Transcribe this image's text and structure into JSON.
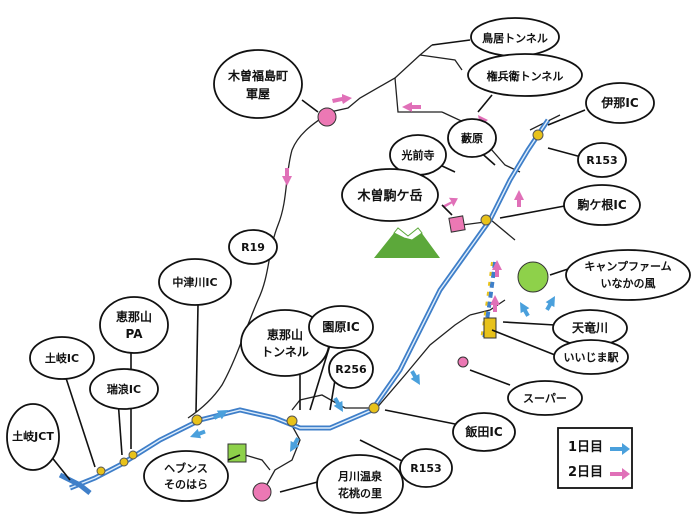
{
  "labels": {
    "torii_tunnel": "鳥居トンネル",
    "gonbee_tunnel": "権兵衛トンネル",
    "ina_ic": "伊那IC",
    "kiso_fukushima": "木曽福島町",
    "kiso_fukushima_2": "軍屋",
    "kurasawa": "藪原",
    "koenji": "光前寺",
    "r153_north": "R153",
    "komagane_ic": "駒ケ根IC",
    "kiso_komagatake": "木曽駒ケ岳",
    "r19": "R19",
    "camp_farm_1": "キャンプファーム",
    "camp_farm_2": "いなかの風",
    "nakatsugawa_ic": "中津川IC",
    "tenryu": "天竜川",
    "ena_pa_1": "恵那山",
    "ena_pa_2": "PA",
    "ena_tunnel_1": "恵那山",
    "ena_tunnel_2": "トンネル",
    "sonohara_ic": "園原IC",
    "iijima_station": "いいじま駅",
    "toki_ic": "土岐IC",
    "mizunami_ic": "瑞浪IC",
    "r256": "R256",
    "super": "スーパー",
    "toki_jct_1": "土岐JCT",
    "iida_ic": "飯田IC",
    "heavens_1": "ヘブンス",
    "heavens_2": "そのはら",
    "hirugami_1": "月川温泉",
    "hirugami_2": "花桃の里",
    "r153_south": "R153"
  },
  "legend": {
    "day1": "1日目",
    "day2": "2日目"
  },
  "colors": {
    "expressway": "#3f7fc9",
    "day1_arrow": "#4aa0dc",
    "day2_arrow": "#e070b8",
    "poi_pink": "#ec78b4",
    "poi_green": "#8ed14a",
    "ic_yellow": "#e8c21a",
    "mountain_green": "#5ca83a"
  }
}
